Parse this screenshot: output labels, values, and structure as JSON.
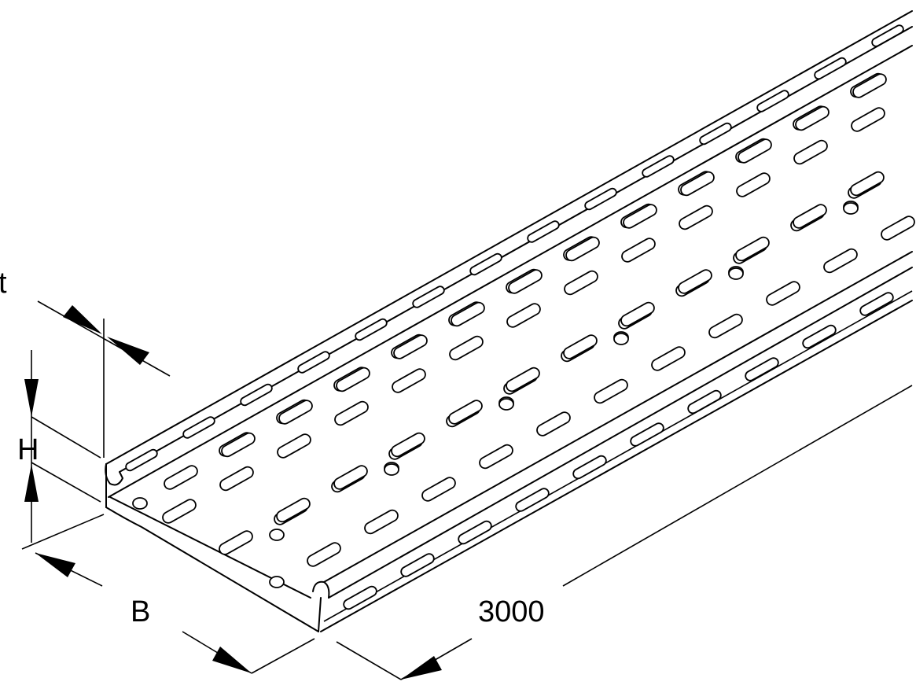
{
  "diagram": {
    "labels": {
      "thickness": "t",
      "height": "H",
      "width": "B",
      "length": "3000"
    }
  }
}
